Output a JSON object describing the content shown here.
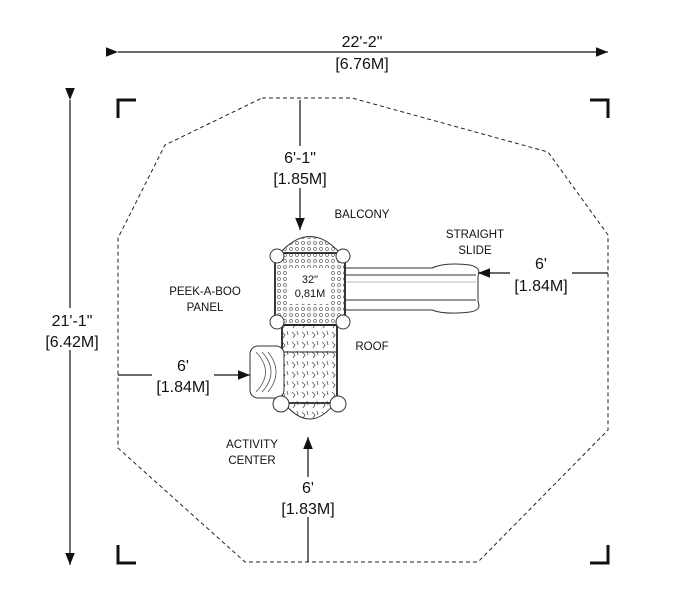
{
  "overall": {
    "width_ft": "22'-2\"",
    "width_m": "[6.76M]",
    "depth_ft": "21'-1\"",
    "depth_m": "[6.42M]"
  },
  "clearances": {
    "top": {
      "ft": "6'-1\"",
      "m": "[1.85M]"
    },
    "right": {
      "ft": "6'",
      "m": "[1.84M]"
    },
    "left": {
      "ft": "6'",
      "m": "[1.84M]"
    },
    "bottom": {
      "ft": "6'",
      "m": "[1.83M]"
    }
  },
  "deck": {
    "height_in": "32\"",
    "height_m": "0,81M"
  },
  "labels": {
    "balcony": "BALCONY",
    "slide_1": "STRAIGHT",
    "slide_2": "SLIDE",
    "peek_1": "PEEK-A-BOO",
    "peek_2": "PANEL",
    "roof": "ROOF",
    "activity_1": "ACTIVITY",
    "activity_2": "CENTER"
  }
}
